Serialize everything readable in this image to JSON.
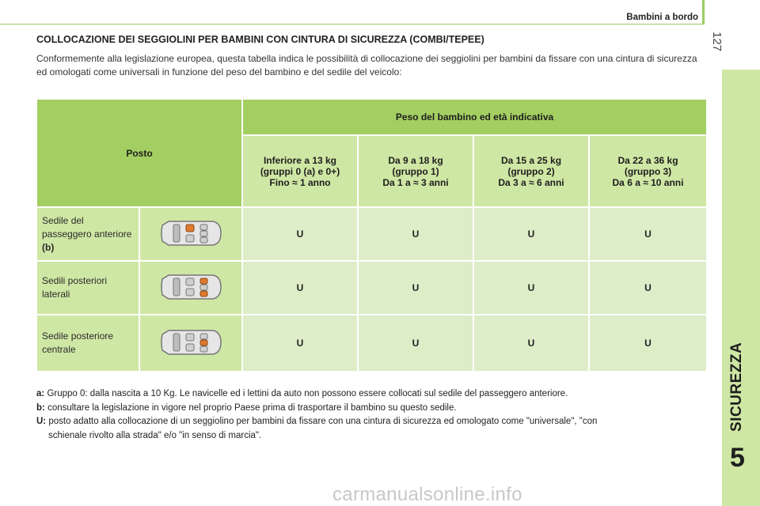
{
  "header": {
    "section": "Bambini a bordo",
    "page_number": "127"
  },
  "side_tab": {
    "label": "SICUREZZA",
    "chapter": "5"
  },
  "title": "COLLOCAZIONE DEI SEGGIOLINI PER BAMBINI CON CINTURA DI SICUREZZA (COMBI/TEPEE)",
  "intro": "Conformemente alla legislazione europea, questa tabella indica le possibilità di collocazione dei seggiolini per bambini da fissare con una cintura di sicurezza ed omologati come universali in funzione del peso del bambino e del sedile del veicolo:",
  "table": {
    "posto_header": "Posto",
    "weight_header": "Peso del bambino ed età indicativa",
    "columns": [
      {
        "title": "Inferiore a 13 kg",
        "group_pre": "(gruppi 0 (",
        "group_bold": "a",
        "group_post": ") e 0+)",
        "age": "Fino ≈ 1 anno"
      },
      {
        "title": "Da 9 a 18 kg",
        "group": "(gruppo 1)",
        "age": "Da 1 a ≈ 3 anni"
      },
      {
        "title": "Da 15 a 25 kg",
        "group": "(gruppo 2)",
        "age": "Da 3 a ≈ 6 anni"
      },
      {
        "title": "Da 22 a 36 kg",
        "group": "(gruppo 3)",
        "age": "Da 6 a ≈ 10 anni"
      }
    ],
    "rows": [
      {
        "seat": "Sedile del passeggero anteriore",
        "seat_note": "(b)",
        "highlight": "front-passenger",
        "values": [
          "U",
          "U",
          "U",
          "U"
        ]
      },
      {
        "seat": "Sedili posteriori laterali",
        "seat_note": "",
        "highlight": "rear-sides",
        "values": [
          "U",
          "U",
          "U",
          "U"
        ]
      },
      {
        "seat": "Sedile posteriore centrale",
        "seat_note": "",
        "highlight": "rear-center",
        "values": [
          "U",
          "U",
          "U",
          "U"
        ]
      }
    ]
  },
  "notes": [
    {
      "key": "a:",
      "text": "Gruppo 0: dalla nascita a 10 Kg. Le navicelle ed i lettini da auto non possono essere collocati sul sedile del passeggero anteriore."
    },
    {
      "key": "b:",
      "text": "consultare la legislazione in vigore nel proprio Paese prima di trasportare il bambino su questo sedile."
    },
    {
      "key": "U:",
      "text": "posto adatto alla collocazione di un seggiolino per bambini da fissare con una cintura di sicurezza ed omologato come \"universale\", \"con",
      "continuation": "schienale rivolto alla strada\" e/o \"in senso di marcia\"."
    }
  ],
  "watermark": "carmanualsonline.info",
  "colors": {
    "accent_green": "#a3cf62",
    "light_green": "#cfe7a4",
    "pale_green": "#dcedc8",
    "seat_highlight": "#e07a2e"
  }
}
